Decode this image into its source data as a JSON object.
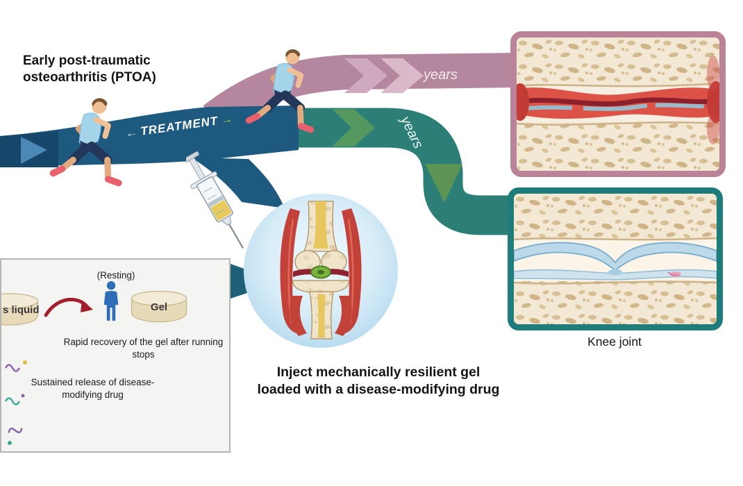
{
  "title": {
    "line1": "Early post-traumatic",
    "line2": "osteoarthritis (PTOA)"
  },
  "flow": {
    "treatment_label": "TREATMENT",
    "arrow_left": "←",
    "arrow_right": "→",
    "untreated_years_label": "years",
    "treated_years_label": "years"
  },
  "caption": {
    "line1": "Inject mechanically resilient gel",
    "line2": "loaded with a disease-modifying drug"
  },
  "knee_joint_label": "Knee joint",
  "inset": {
    "resting_label": "(Resting)",
    "liquid_label": "s liquid",
    "gel_label": "Gel",
    "recovery_text": "Rapid recovery of the gel after running stops",
    "release_text": "Sustained release of disease-modifying drug"
  },
  "colors": {
    "flow_band_blue": "#1e5a80",
    "untreated_band_pink": "#b5879f",
    "treated_band_teal": "#2b7f76",
    "diseased_frame_pink": "#bb8398",
    "healthy_frame_teal": "#1e7d7a",
    "bone_cream": "#f3e8d4",
    "inflammation_red": "#dd5247",
    "cartilage_blue": "#bcd9ea",
    "gel_green": "#79b33c"
  }
}
